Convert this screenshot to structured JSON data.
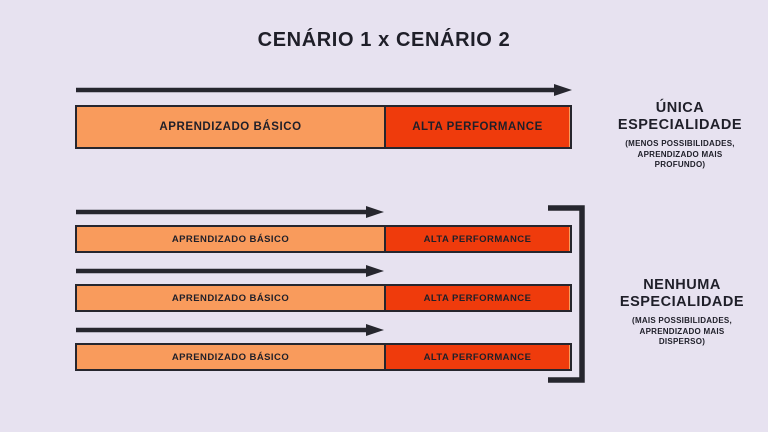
{
  "slide": {
    "title": "CENÁRIO 1 x CENÁRIO 2",
    "background_color": "#e7e2f0",
    "colors": {
      "basic": "#f99b5c",
      "high": "#ef3b0c",
      "outline": "#26262e",
      "text": "#1f1f29"
    }
  },
  "segments": {
    "basic_label": "APRENDIZADO BÁSICO",
    "high_label": "ALTA PERFORMANCE"
  },
  "scenario_1": {
    "bar": {
      "basic_label": "APRENDIZADO BÁSICO",
      "high_label": "ALTA PERFORMANCE"
    },
    "arrow_name": "progress-arrow-full",
    "side_label": {
      "heading_line_1": "ÚNICA",
      "heading_line_2": "ESPECIALIDADE",
      "sub_line_1": "(MENOS POSSIBILIDADES,",
      "sub_line_2": "APRENDIZADO MAIS",
      "sub_line_3": "PROFUNDO)"
    }
  },
  "scenario_2": {
    "bars": [
      {
        "basic_label": "APRENDIZADO BÁSICO",
        "high_label": "ALTA PERFORMANCE"
      },
      {
        "basic_label": "APRENDIZADO BÁSICO",
        "high_label": "ALTA PERFORMANCE"
      },
      {
        "basic_label": "APRENDIZADO BÁSICO",
        "high_label": "ALTA PERFORMANCE"
      }
    ],
    "arrow_name": "progress-arrow-partial",
    "side_label": {
      "heading_line_1": "NENHUMA",
      "heading_line_2": "ESPECIALIDADE",
      "sub_line_1": "(MAIS POSSIBILIDADES,",
      "sub_line_2": "APRENDIZADO MAIS",
      "sub_line_3": "DISPERSO)"
    }
  }
}
